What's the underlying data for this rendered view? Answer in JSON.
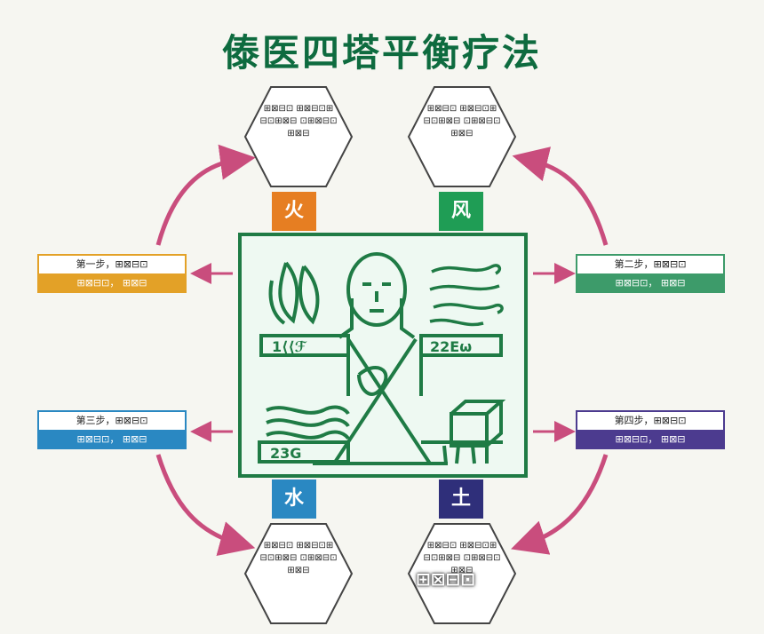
{
  "title": "傣医四塔平衡疗法",
  "elements": {
    "fire": {
      "label": "火",
      "color": "#e67e22",
      "hex_text": "⊞⊠⊟⊡ ⊞⊠⊟⊡⊞ ⊟⊡⊞⊠⊟ ⊡⊞⊠⊟⊡ ⊞⊠⊟"
    },
    "wind": {
      "label": "风",
      "color": "#1f9d55",
      "hex_text": "⊞⊠⊟⊡ ⊞⊠⊟⊡⊞ ⊟⊡⊞⊠⊟ ⊡⊞⊠⊟⊡ ⊞⊠⊟"
    },
    "water": {
      "label": "水",
      "color": "#2a88c2",
      "hex_text": "⊞⊠⊟⊡ ⊞⊠⊟⊡⊞ ⊟⊡⊞⊠⊟ ⊡⊞⊠⊟⊡ ⊞⊠⊟"
    },
    "earth": {
      "label": "土",
      "color": "#2f2f7a",
      "hex_text": "⊞⊠⊟⊡ ⊞⊠⊟⊡⊞ ⊟⊡⊞⊠⊟ ⊡⊞⊠⊟⊡ ⊞⊠⊟"
    }
  },
  "steps": [
    {
      "top": "第一步，⊞⊠⊟⊡",
      "bottom": "⊞⊠⊟⊡， ⊞⊠⊟",
      "color": "#e3a127"
    },
    {
      "top": "第二步，⊞⊠⊟⊡",
      "bottom": "⊞⊠⊟⊡， ⊞⊠⊟",
      "color": "#3d9b6a"
    },
    {
      "top": "第三步，⊞⊠⊟⊡",
      "bottom": "⊞⊠⊟⊡， ⊞⊠⊟",
      "color": "#2a88c2"
    },
    {
      "top": "第四步，⊞⊠⊟⊡",
      "bottom": "⊞⊠⊟⊡， ⊞⊠⊟",
      "color": "#4c3b8f"
    }
  ],
  "center": {
    "left_label": "1⟨⟨ℱ",
    "right_label": "22Eω",
    "bottom_label": "23G"
  },
  "arrow_color": "#c94d7d",
  "overlay_text": "⊞⊠⊟⊡"
}
